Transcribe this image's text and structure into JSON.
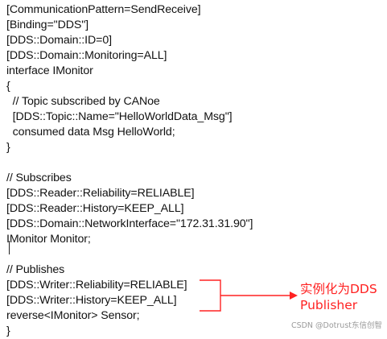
{
  "code_lines": [
    "[CommunicationPattern=SendReceive]",
    "[Binding=\"DDS\"]",
    "[DDS::Domain::ID=0]",
    "[DDS::Domain::Monitoring=ALL]",
    "interface IMonitor",
    "{",
    "  // Topic subscribed by CANoe",
    "  [DDS::Topic::Name=\"HelloWorldData_Msg\"]",
    "  consumed data Msg HelloWorld;",
    "}",
    "",
    "// Subscribes",
    "[DDS::Reader::Reliability=RELIABLE]",
    "[DDS::Reader::History=KEEP_ALL]",
    "[DDS::Domain::NetworkInterface=\"172.31.31.90\"]",
    "IMonitor Monitor;",
    "",
    "// Publishes",
    "[DDS::Writer::Reliability=RELIABLE]",
    "[DDS::Writer::History=KEEP_ALL]",
    "reverse<IMonitor> Sensor;",
    "}"
  ],
  "annotation": {
    "line1": "实例化为DDS",
    "line2": "Publisher",
    "color": "#ff2222"
  },
  "watermark": "CSDN @Dotrust东信创智",
  "colors": {
    "code_text": "#111111",
    "background": "#ffffff"
  }
}
